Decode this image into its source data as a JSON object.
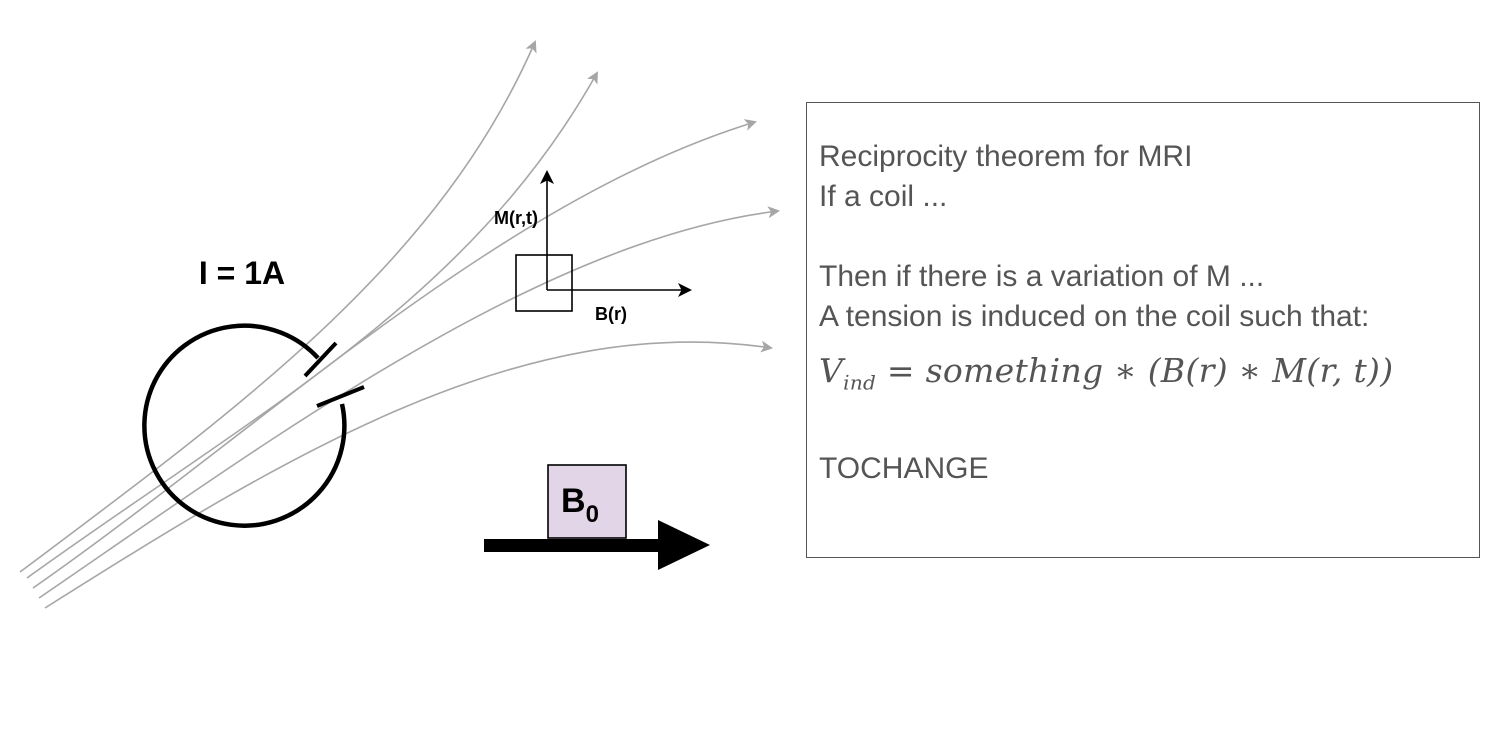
{
  "diagram": {
    "coil_current_label": "I = 1A",
    "magnetization_label": "M(r,t)",
    "field_label": "B(r)",
    "b0_label": "B",
    "b0_subscript": "0",
    "colors": {
      "field_lines": "#a6a6a6",
      "coil": "#000000",
      "b0_box_fill": "#e1d5e7",
      "text_gray": "#555555"
    }
  },
  "textbox": {
    "line1": "Reciprocity theorem for MRI",
    "line2": "If a coil ...",
    "line3": "Then if there is a variation of M ...",
    "line4": "A tension is induced on the coil such that:",
    "equation_lhs": "V",
    "equation_lhs_sub": "ind",
    "equation_rhs": " = something ∗ (B(r) ∗ M(r, t))",
    "footer": "TOCHANGE"
  }
}
